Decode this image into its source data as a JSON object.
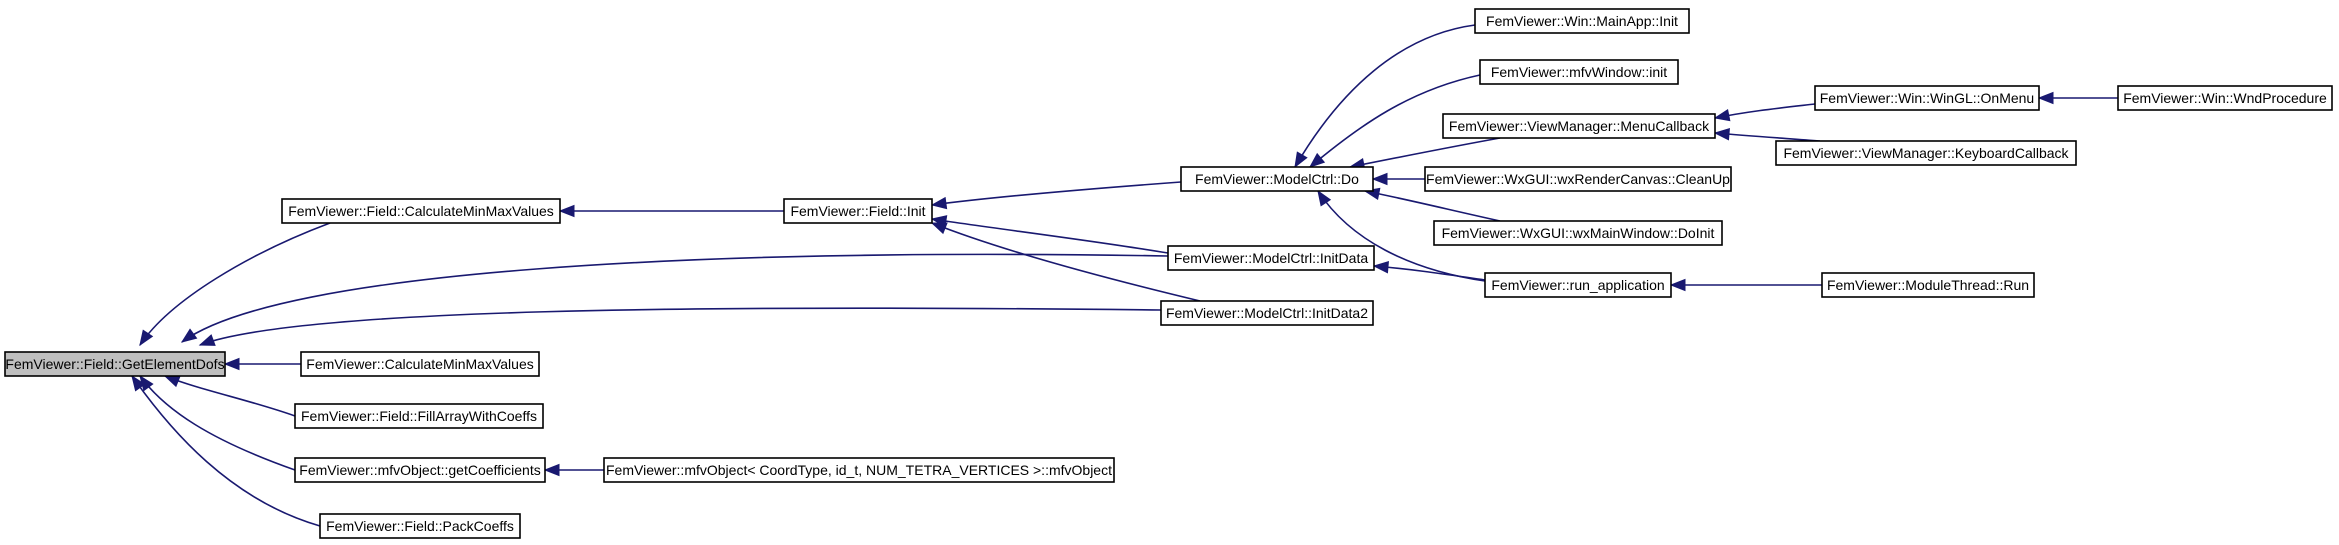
{
  "nodes": {
    "getElementDofs": "FemViewer::Field::GetElementDofs",
    "fieldCalcMinMax": "FemViewer::Field::CalculateMinMaxValues",
    "calcMinMax": "FemViewer::CalculateMinMaxValues",
    "fillArray": "FemViewer::Field::FillArrayWithCoeffs",
    "getCoefficients": "FemViewer::mfvObject::getCoefficients",
    "packCoeffs": "FemViewer::Field::PackCoeffs",
    "fieldInit": "FemViewer::Field::Init",
    "mfvObjectCtor": "FemViewer::mfvObject< CoordType, id_t, NUM_TETRA_VERTICES >::mfvObject",
    "ctrlDo": "FemViewer::ModelCtrl::Do",
    "ctrlInitData": "FemViewer::ModelCtrl::InitData",
    "ctrlInitData2": "FemViewer::ModelCtrl::InitData2",
    "mainAppInit": "FemViewer::Win::MainApp::Init",
    "mfvWindowInit": "FemViewer::mfvWindow::init",
    "menuCallback": "FemViewer::ViewManager::MenuCallback",
    "cleanUp": "FemViewer::WxGUI::wxRenderCanvas::CleanUp",
    "doInit": "FemViewer::WxGUI::wxMainWindow::DoInit",
    "runApplication": "FemViewer::run_application",
    "onMenu": "FemViewer::Win::WinGL::OnMenu",
    "keyboardCallback": "FemViewer::ViewManager::KeyboardCallback",
    "moduleRun": "FemViewer::ModuleThread::Run",
    "wndProcedure": "FemViewer::Win::WndProcedure"
  },
  "colors": {
    "edge": "#191970",
    "highlighted_node_fill": "#bfbfbf",
    "node_border": "#000000"
  }
}
